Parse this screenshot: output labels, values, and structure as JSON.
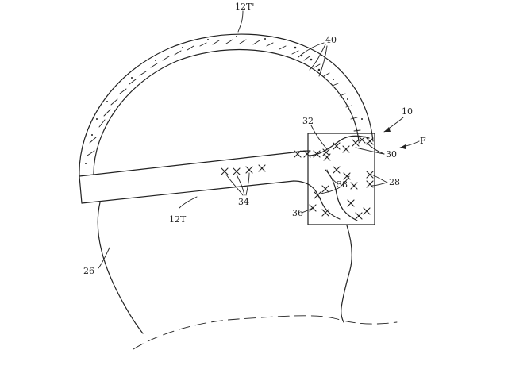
{
  "labels": {
    "strap_top": "12T'",
    "strap_bottom": "12T",
    "ref_40": "40",
    "ref_10": "10",
    "ref_F": "F",
    "ref_32": "32",
    "ref_30": "30",
    "ref_28": "28",
    "ref_38": "38",
    "ref_34": "34",
    "ref_36": "36",
    "ref_26": "26"
  },
  "colors": {
    "ink": "#222222",
    "background": "#ffffff"
  }
}
